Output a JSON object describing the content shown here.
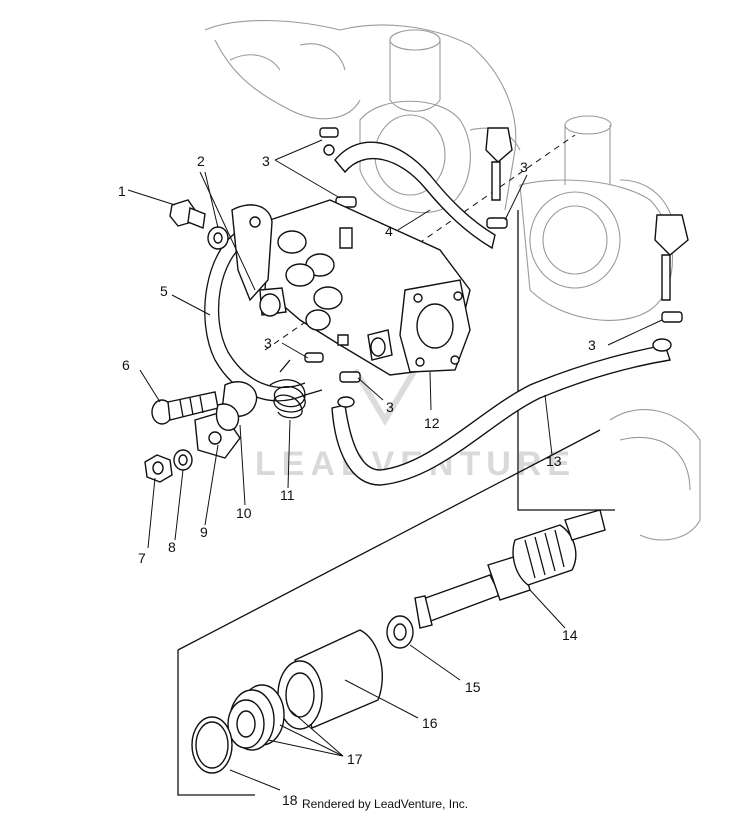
{
  "watermark": "LEADVENTURE",
  "footer": "Rendered by LeadVenture, Inc.",
  "callouts": {
    "c1": "1",
    "c2": "2",
    "c3": "3",
    "c4": "4",
    "c5": "5",
    "c6": "6",
    "c7": "7",
    "c8": "8",
    "c9": "9",
    "c10": "10",
    "c11": "11",
    "c12": "12",
    "c13": "13",
    "c14": "14",
    "c15": "15",
    "c16": "16",
    "c17": "17",
    "c18": "18"
  }
}
